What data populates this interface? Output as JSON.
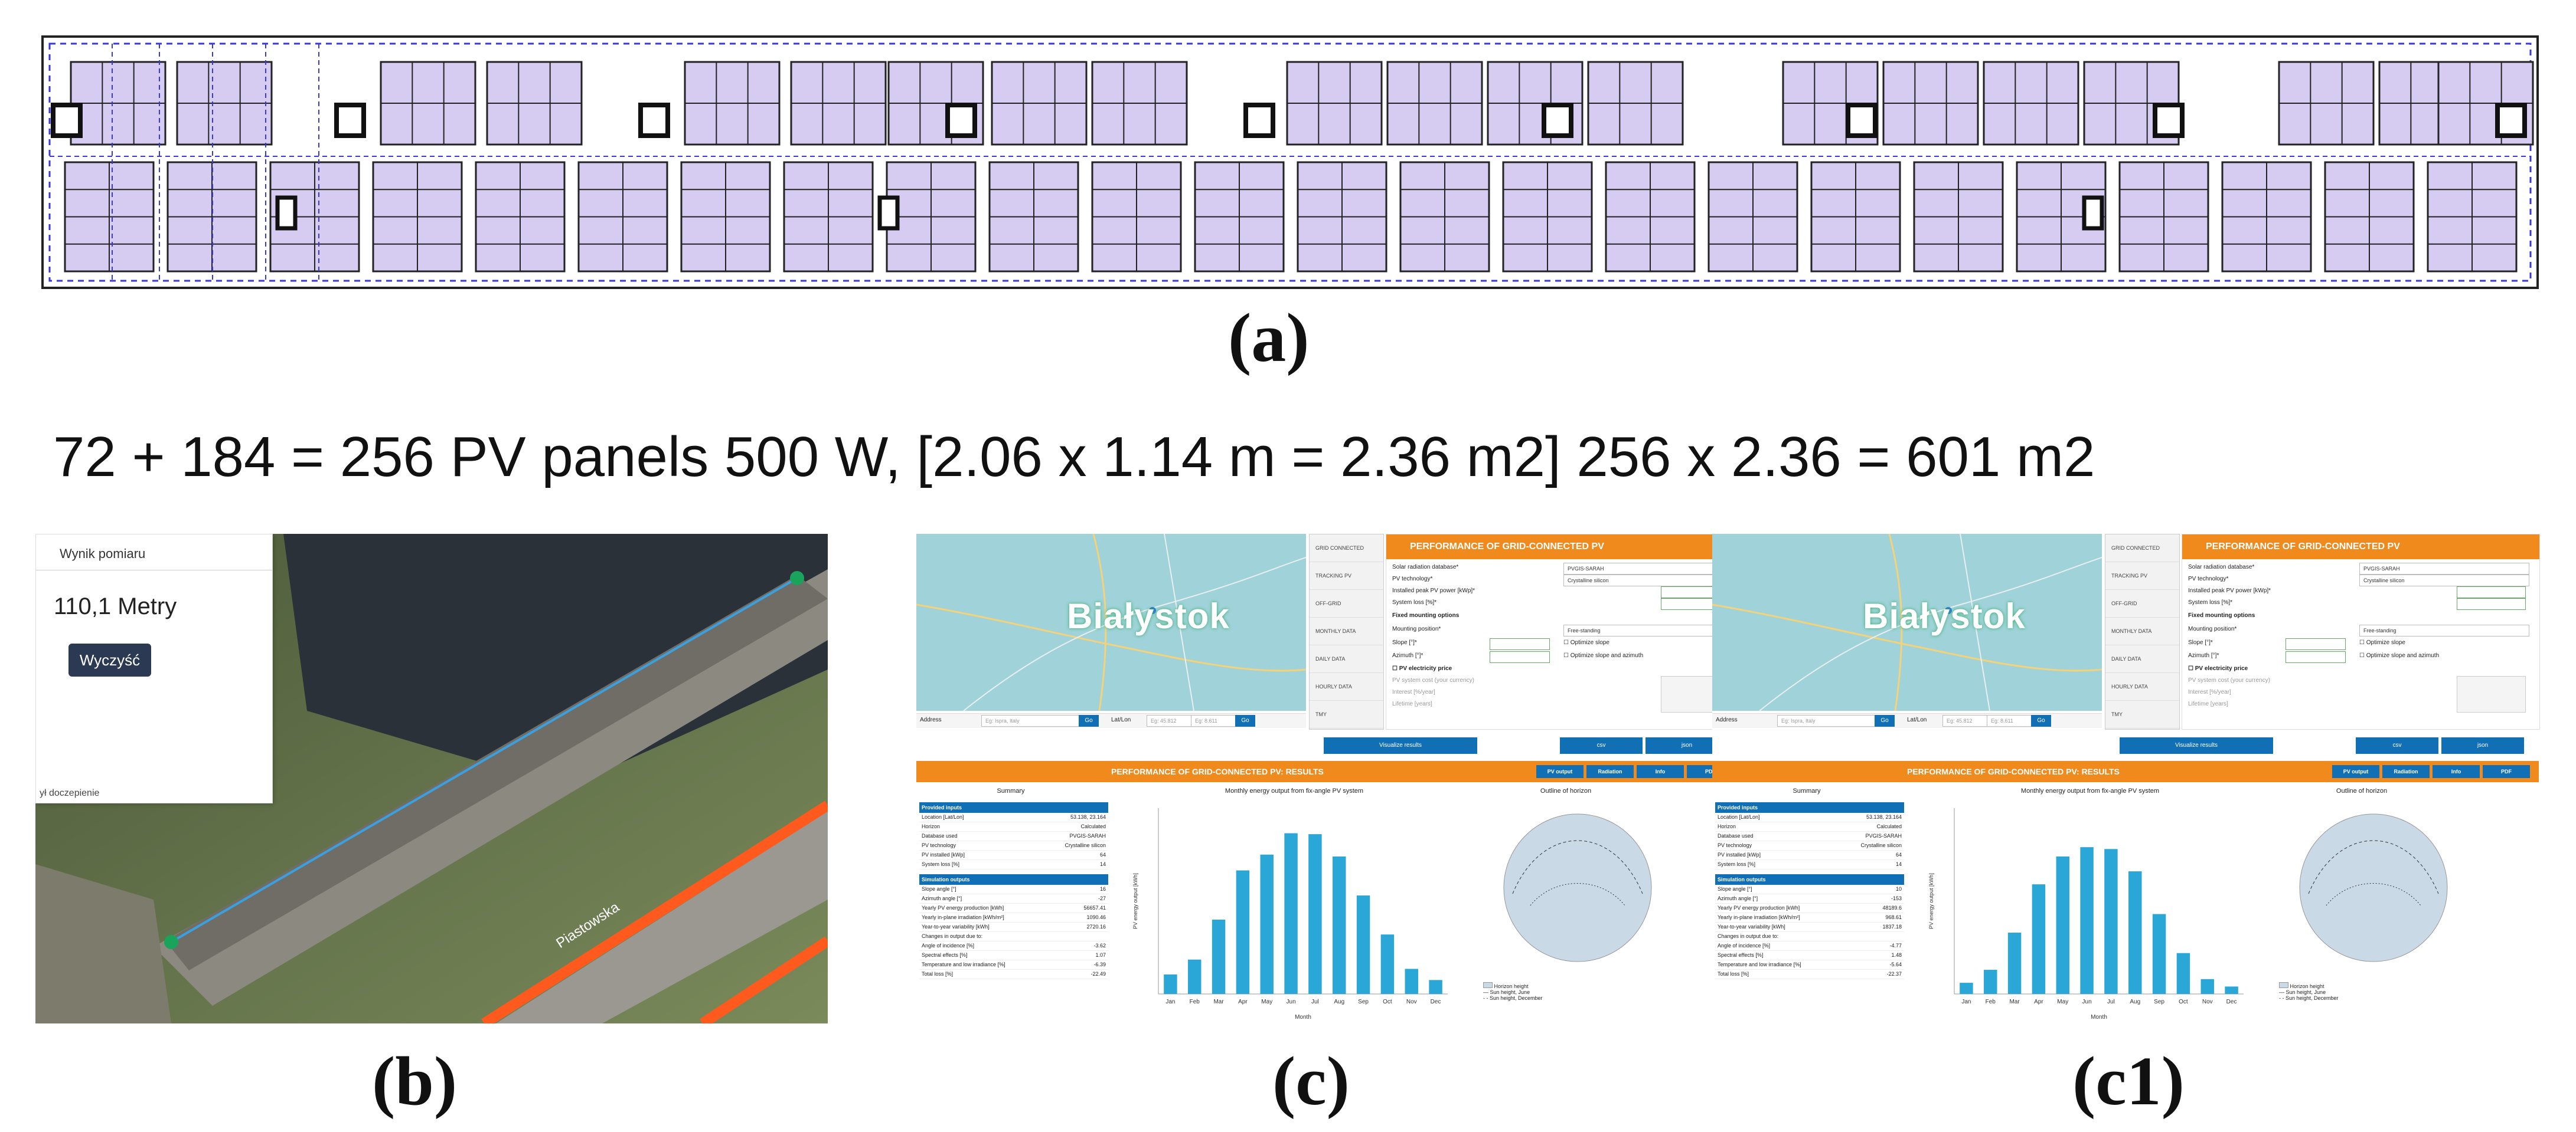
{
  "labels": {
    "a": "(a)",
    "b": "(b)",
    "c": "(c)",
    "c1": "(c1)"
  },
  "formula": "72 + 184 = 256 PV panels 500 W,  [2.06 x 1.14 m = 2.36 m2] 256 x 2.36 = 601 m2",
  "colors": {
    "panel_fill": "#d6ccf2",
    "panel_stroke": "#222222",
    "dash": "#3a3ad0",
    "orange": "#f08a1d",
    "blue": "#1170b5",
    "bar": "#2aa7d6"
  },
  "measurement": {
    "title": "Wynik pomiaru",
    "value": "110,1 Metry",
    "button": "Wyczyść",
    "footer": "ył doczepienie",
    "street": "Piastowska"
  },
  "pvgis": [
    {
      "map_city": "Białystok",
      "side_tabs": [
        "GRID CONNECTED",
        "TRACKING PV",
        "OFF-GRID",
        "MONTHLY DATA",
        "DAILY DATA",
        "HOURLY DATA",
        "TMY"
      ],
      "header": "PERFORMANCE OF GRID-CONNECTED PV",
      "form": {
        "radiation_db_label": "Solar radiation database*",
        "radiation_db_value": "PVGIS-SARAH",
        "technology_label": "PV technology*",
        "technology_value": "Crystalline silicon",
        "peak_label": "Installed peak PV power [kWp]*",
        "loss_label": "System loss [%]*",
        "mounting_heading": "Fixed mounting options",
        "mounting_label": "Mounting position*",
        "mounting_value": "Free-standing",
        "slope_label": "Slope [°]*",
        "azimuth_label": "Azimuth [°]*",
        "opt_slope": "Optimize slope",
        "opt_both": "Optimize slope and azimuth",
        "price_heading": "PV electricity price",
        "price_cost": "PV system cost (your currency)",
        "price_interest": "Interest [%/year]",
        "price_lifetime": "Lifetime [years]",
        "visualize": "Visualize results",
        "csv": "csv",
        "json": "json",
        "addr_label": "Address",
        "addr_placeholder": "Eg: Ispra, Italy",
        "go": "Go",
        "latlon_label": "Lat/Lon",
        "lat_placeholder": "Eg: 45.812",
        "lon_placeholder": "Eg: 8.611"
      },
      "results_title": "PERFORMANCE OF GRID-CONNECTED PV: RESULTS",
      "result_buttons": [
        "PV output",
        "Radiation",
        "Info",
        "PDF"
      ],
      "summary_title": "Summary",
      "provided_inputs": "Provided inputs",
      "summary_rows": [
        [
          "Location [Lat/Lon]",
          "53.138, 23.164"
        ],
        [
          "Horizon",
          "Calculated"
        ],
        [
          "Database used",
          "PVGIS-SARAH"
        ],
        [
          "PV technology",
          "Crystalline silicon"
        ],
        [
          "PV installed [kWp]",
          "64"
        ],
        [
          "System loss [%]",
          "14"
        ]
      ],
      "simulation_outputs": "Simulation outputs",
      "sim_rows": [
        [
          "Slope angle [°]",
          "16"
        ],
        [
          "Azimuth angle [°]",
          "-27"
        ],
        [
          "Yearly PV energy production [kWh]",
          "56657.41"
        ],
        [
          "Yearly in-plane irradiation [kWh/m²]",
          "1090.46"
        ],
        [
          "Year-to-year variability [kWh]",
          "2720.16"
        ],
        [
          "Changes in output due to:",
          ""
        ],
        [
          "Angle of incidence [%]",
          "-3.62"
        ],
        [
          "Spectral effects [%]",
          "1.07"
        ],
        [
          "Temperature and low irradiance [%]",
          "-6.39"
        ],
        [
          "Total loss [%]",
          "-22.49"
        ]
      ],
      "chart_title": "Monthly energy output from fix-angle PV system",
      "horizon_title": "Outline of horizon",
      "horizon_legend": [
        "Horizon height",
        "Sun height, June",
        "Sun height, December"
      ],
      "chart_xlabel": "Month",
      "chart_ylabel": "PV energy output [kWh]"
    },
    {
      "map_city": "Białystok",
      "side_tabs": [
        "GRID CONNECTED",
        "TRACKING PV",
        "OFF-GRID",
        "MONTHLY DATA",
        "DAILY DATA",
        "HOURLY DATA",
        "TMY"
      ],
      "header": "PERFORMANCE OF GRID-CONNECTED PV",
      "form": {
        "radiation_db_label": "Solar radiation database*",
        "radiation_db_value": "PVGIS-SARAH",
        "technology_label": "PV technology*",
        "technology_value": "Crystalline silicon",
        "peak_label": "Installed peak PV power [kWp]*",
        "loss_label": "System loss [%]*",
        "mounting_heading": "Fixed mounting options",
        "mounting_label": "Mounting position*",
        "mounting_value": "Free-standing",
        "slope_label": "Slope [°]*",
        "azimuth_label": "Azimuth [°]*",
        "opt_slope": "Optimize slope",
        "opt_both": "Optimize slope and azimuth",
        "price_heading": "PV electricity price",
        "price_cost": "PV system cost (your currency)",
        "price_interest": "Interest [%/year]",
        "price_lifetime": "Lifetime [years]",
        "visualize": "Visualize results",
        "csv": "csv",
        "json": "json",
        "addr_label": "Address",
        "addr_placeholder": "Eg: Ispra, Italy",
        "go": "Go",
        "latlon_label": "Lat/Lon",
        "lat_placeholder": "Eg: 45.812",
        "lon_placeholder": "Eg: 8.611"
      },
      "results_title": "PERFORMANCE OF GRID-CONNECTED PV: RESULTS",
      "result_buttons": [
        "PV output",
        "Radiation",
        "Info",
        "PDF"
      ],
      "summary_title": "Summary",
      "provided_inputs": "Provided inputs",
      "summary_rows": [
        [
          "Location [Lat/Lon]",
          "53.138, 23.164"
        ],
        [
          "Horizon",
          "Calculated"
        ],
        [
          "Database used",
          "PVGIS-SARAH"
        ],
        [
          "PV technology",
          "Crystalline silicon"
        ],
        [
          "PV installed [kWp]",
          "64"
        ],
        [
          "System loss [%]",
          "14"
        ]
      ],
      "simulation_outputs": "Simulation outputs",
      "sim_rows": [
        [
          "Slope angle [°]",
          "10"
        ],
        [
          "Azimuth angle [°]",
          "-153"
        ],
        [
          "Yearly PV energy production [kWh]",
          "48189.6"
        ],
        [
          "Yearly in-plane irradiation [kWh/m²]",
          "968.61"
        ],
        [
          "Year-to-year variability [kWh]",
          "1837.18"
        ],
        [
          "Changes in output due to:",
          ""
        ],
        [
          "Angle of incidence [%]",
          "-4.77"
        ],
        [
          "Spectral effects [%]",
          "1.48"
        ],
        [
          "Temperature and low irradiance [%]",
          "-5.64"
        ],
        [
          "Total loss [%]",
          "-22.37"
        ]
      ],
      "chart_title": "Monthly energy output from fix-angle PV system",
      "horizon_title": "Outline of horizon",
      "horizon_legend": [
        "Horizon height",
        "Sun height, June",
        "Sun height, December"
      ],
      "chart_xlabel": "Month",
      "chart_ylabel": "PV energy output [kWh]"
    }
  ],
  "chart_data": [
    {
      "type": "bar",
      "title": "Monthly energy output from fix-angle PV system",
      "xlabel": "Month",
      "ylabel": "PV energy output [kWh]",
      "categories": [
        "Jan",
        "Feb",
        "Mar",
        "Apr",
        "May",
        "Jun",
        "Jul",
        "Aug",
        "Sep",
        "Oct",
        "Nov",
        "Dec"
      ],
      "values": [
        1050,
        1850,
        4000,
        6650,
        7500,
        8650,
        8600,
        7400,
        5300,
        3200,
        1350,
        750
      ],
      "ylim": [
        0,
        10000
      ]
    },
    {
      "type": "bar",
      "title": "Monthly energy output from fix-angle PV system",
      "xlabel": "Month",
      "ylabel": "PV energy output [kWh]",
      "categories": [
        "Jan",
        "Feb",
        "Mar",
        "Apr",
        "May",
        "Jun",
        "Jul",
        "Aug",
        "Sep",
        "Oct",
        "Nov",
        "Dec"
      ],
      "values": [
        600,
        1300,
        3300,
        5900,
        7400,
        7900,
        7800,
        6600,
        4300,
        2200,
        800,
        400
      ],
      "ylim": [
        0,
        10000
      ]
    }
  ]
}
